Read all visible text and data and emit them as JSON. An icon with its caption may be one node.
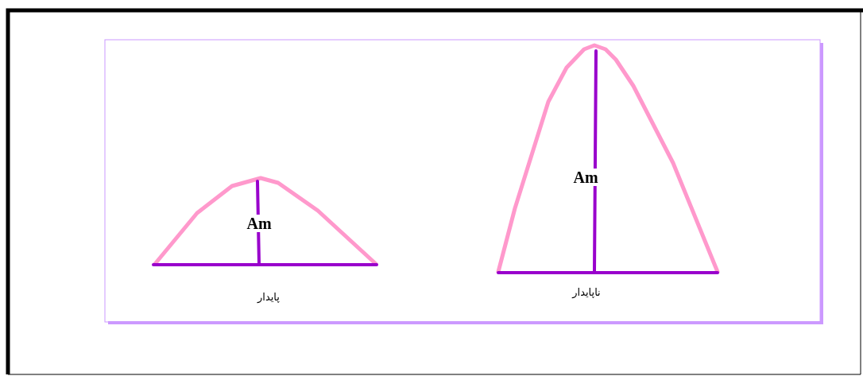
{
  "diagram": {
    "labels": [
      "Am",
      "پایدار",
      "Am",
      "ناپایدار"
    ]
  }
}
